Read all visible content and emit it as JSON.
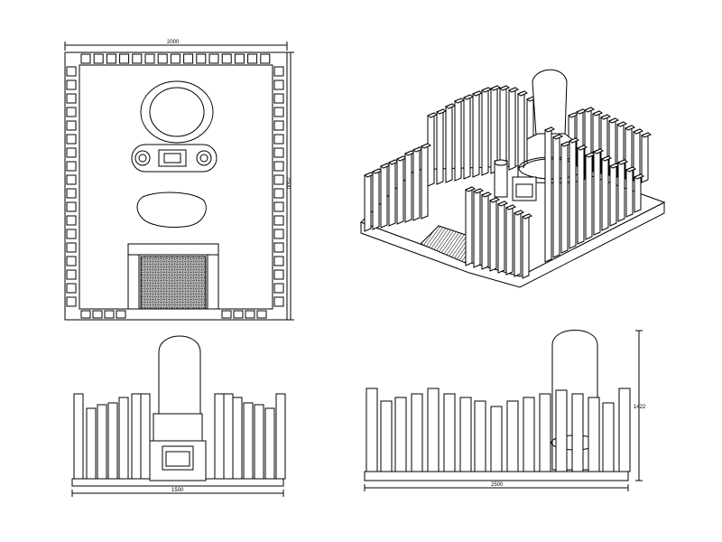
{
  "drawing": {
    "plan_view": {
      "width_dim": "2000",
      "depth_dim": "2500"
    },
    "front_view": {
      "width_dim": "1500"
    },
    "side_view": {
      "width_dim": "2500",
      "height_dim": "1422"
    }
  },
  "colors": {
    "line": "#000000",
    "paper": "#ffffff",
    "hatch": "#555555"
  }
}
